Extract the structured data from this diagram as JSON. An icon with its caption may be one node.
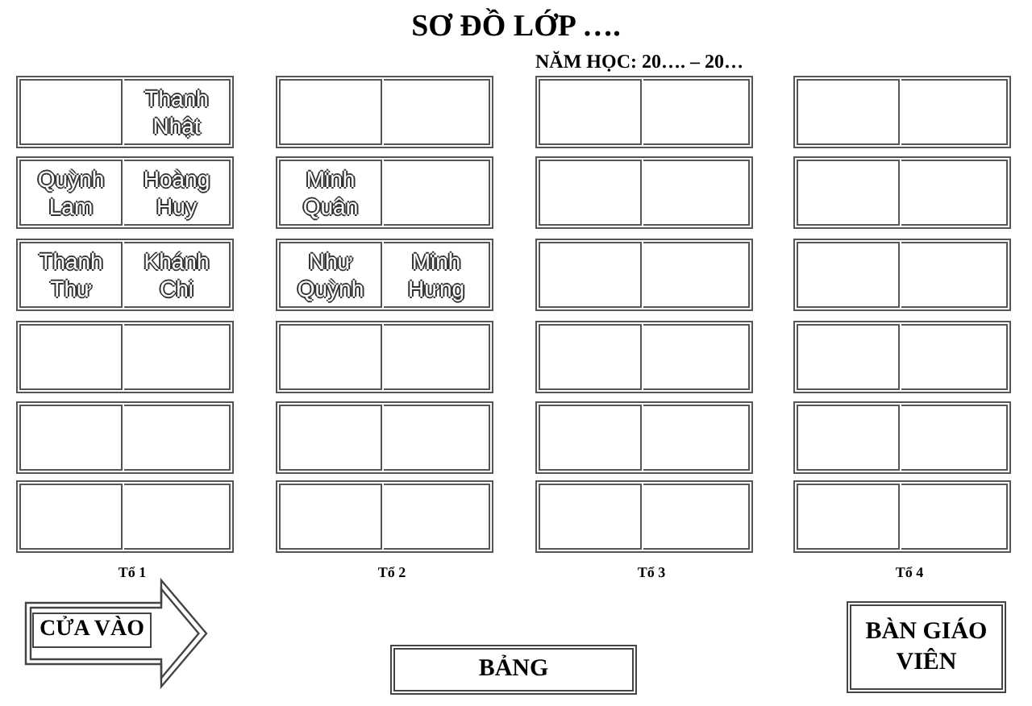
{
  "diagram": {
    "title": "SƠ ĐỒ LỚP ….",
    "nodes": [
      {
        "text": [],
        "shape": "box"
      },
      {
        "text": [
          "Thanh Nhật"
        ]
      },
      {
        "text": [],
        "shape": "box"
      },
      {
        "text": [],
        "shape": "box"
      },
      {
        "text": [],
        "shape": "box"
      },
      {
        "text": [],
        "shape": "box"
      },
      {
        "text": [],
        "shape": "box"
      },
      {
        "text": [],
        "shape": "box"
      },
      {
        "text": [
          "Quỳnh Lam"
        ]
      },
      {
        "text": [
          "Hoàng Huy"
        ]
      },
      {
        "text": [
          "Minh Quân"
        ]
      },
      {
        "text": [],
        "shape": "box"
      },
      {
        "text": [],
        "shape": "box"
      },
      {
        "text": [],
        "shape": "box"
      },
      {
        "text": [],
        "shape": "box"
      },
      {
        "text": [],
        "shape": "box"
      },
      {
        "text": [
          "Thanh Thư"
        ]
      },
      {
        "text": [
          "Khánh Chi"
        ]
      },
      {
        "text": [
          "Như Quỳnh"
        ]
      },
      {
        "text": [
          "Minh Hưng"
        ]
      },
      {
        "text": [],
        "shape": "box"
      },
      {
        "text": [],
        "shape": "box"
      },
      {
        "text": [],
        "shape": "box"
      },
      {
        "text": [],
        "shape": "box"
      },
      {
        "text": [],
        "shape": "box"
      },
      {
        "text": [],
        "shape": "box"
      },
      {
        "text": [],
        "shape": "box"
      },
      {
        "text": [],
        "shape": "box"
      },
      {
        "text": [],
        "shape": "box"
      },
      {
        "text": [],
        "shape": "box"
      },
      {
        "text": [],
        "shape": "box"
      },
      {
        "text": [],
        "shape": "box"
      },
      {
        "text": [],
        "shape": "box"
      },
      {
        "text": [],
        "shape": "box"
      },
      {
        "text": [],
        "shape": "box"
      },
      {
        "text": [],
        "shape": "box"
      },
      {
        "text": [],
        "shape": "box"
      },
      {
        "text": [],
        "shape": "box"
      },
      {
        "text": [],
        "shape": "box"
      },
      {
        "text": [],
        "shape": "box"
      },
      {
        "text": [],
        "shape": "box"
      },
      {
        "text": [],
        "shape": "box"
      },
      {
        "text": [],
        "shape": "box"
      },
      {
        "text": [],
        "shape": "box"
      },
      {
        "text": [],
        "shape": "box"
      },
      {
        "text": [],
        "shape": "box"
      },
      {
        "text": [],
        "shape": "box"
      },
      {
        "text": [],
        "shape": "box"
      },
      {
        "text": [
          "CỬA VÀO"
        ]
      },
      {
        "text": [
          "BẢNG"
        ]
      },
      {
        "text": [
          "BÀN GIÁO VIÊN"
        ]
      }
    ],
    "labels": [
      "NĂM HỌC: 20…. – 20…",
      "Tổ 1",
      "Tổ 2",
      "Tổ 3",
      "Tổ 4"
    ]
  }
}
